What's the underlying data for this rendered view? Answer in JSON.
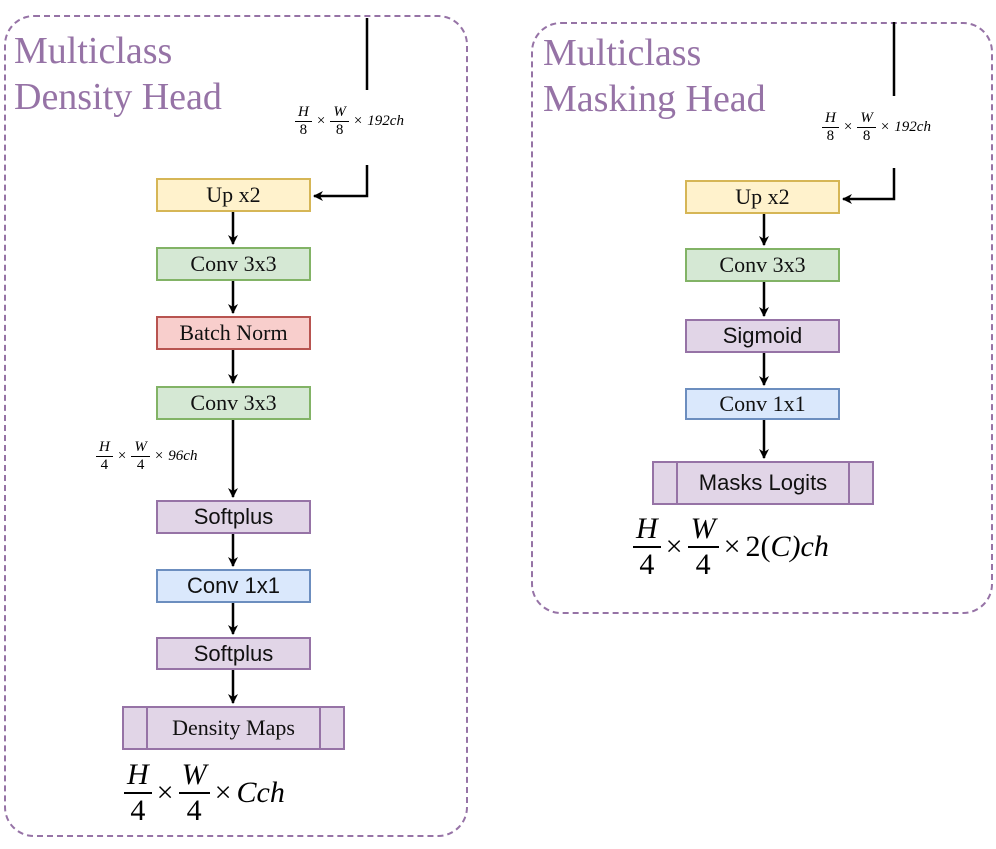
{
  "density_head": {
    "title": "Multiclass\nDensity Head",
    "input_dim": {
      "h_num": "H",
      "h_den": "8",
      "times1": "×",
      "w_num": "W",
      "w_den": "8",
      "times2": "×",
      "rest": "192ch"
    },
    "layers": {
      "up": "Up x2",
      "conv1": "Conv 3x3",
      "bn": "Batch Norm",
      "conv2": "Conv 3x3",
      "softplus1": "Softplus",
      "conv1x1": "Conv 1x1",
      "softplus2": "Softplus",
      "output": "Density Maps"
    },
    "mid_dim": {
      "h_num": "H",
      "h_den": "4",
      "times1": "×",
      "w_num": "W",
      "w_den": "4",
      "times2": "×",
      "rest": "96ch"
    },
    "output_dim": {
      "h_num": "H",
      "h_den": "4",
      "times1": "×",
      "w_num": "W",
      "w_den": "4",
      "times2": "×",
      "rest": "Cch"
    }
  },
  "masking_head": {
    "title": "Multiclass\nMasking Head",
    "input_dim": {
      "h_num": "H",
      "h_den": "8",
      "times1": "×",
      "w_num": "W",
      "w_den": "8",
      "times2": "×",
      "rest": "192ch"
    },
    "layers": {
      "up": "Up x2",
      "conv1": "Conv 3x3",
      "sigmoid": "Sigmoid",
      "conv1x1": "Conv 1x1",
      "output": "Masks Logits"
    },
    "output_dim": {
      "h_num": "H",
      "h_den": "4",
      "times1": "×",
      "w_num": "W",
      "w_den": "4",
      "times2": "×",
      "rest_a": "2(",
      "rest_c": "C",
      "rest_b": ")ch"
    }
  },
  "colors": {
    "panel_border": "#9673a6",
    "yellow": "#fff2cc",
    "green": "#d5e8d4",
    "red": "#f8cecc",
    "purple": "#e1d5e7",
    "blue": "#dae8fc"
  }
}
